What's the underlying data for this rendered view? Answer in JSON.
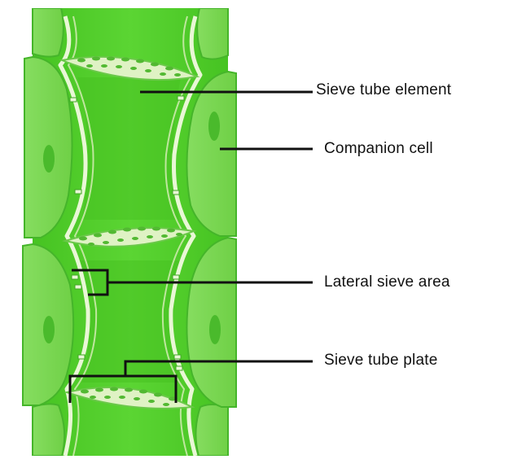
{
  "labels": {
    "sieve_tube_element": "Sieve tube element",
    "companion_cell": "Companion cell",
    "lateral_sieve_area": "Lateral sieve area",
    "sieve_tube_plate": "Sieve tube plate"
  },
  "colors": {
    "background": "#ffffff",
    "tube_fill": "#4fcf2a",
    "tube_dark": "#3fb51e",
    "cell_fill": "#7ed957",
    "cell_edge": "#46b72a",
    "nucleus": "#4aba2c",
    "wall": "#e9f7d6",
    "plate": "#dff2c4",
    "pore": "#52b932",
    "leader": "#111111"
  }
}
